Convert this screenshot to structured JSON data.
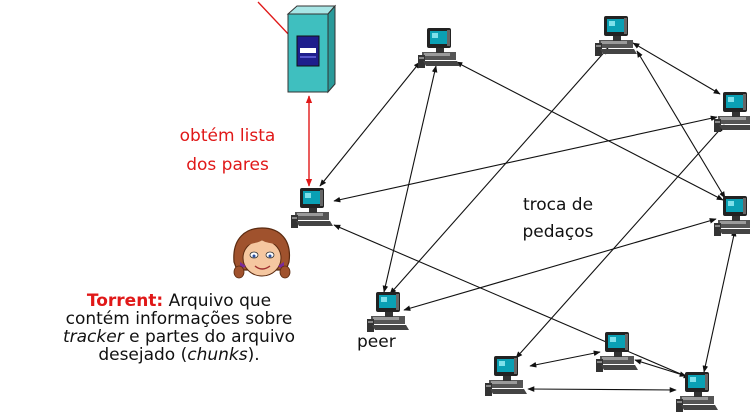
{
  "labels": {
    "obtem_lista_1": "obtém lista",
    "obtem_lista_2": "dos pares",
    "troca_1": "troca de",
    "troca_2": "pedaços",
    "peer": "peer"
  },
  "torrent": {
    "title": "Torrent:",
    "line1_rest": " Arquivo que",
    "line2": "contém informações sobre",
    "line3_italic": "tracker",
    "line3_rest": " e partes do arquivo",
    "line4_a": "desejado (",
    "line4_italic": "chunks",
    "line4_b": ")."
  },
  "colors": {
    "tracker_arrow": "#e01818",
    "peer_link": "#111111",
    "tracker_body": "#3fbfbf",
    "text_accent": "#e01818"
  },
  "icons": {
    "tracker": "server-tower-icon",
    "peer": "desktop-computer-icon",
    "user": "girl-avatar-icon"
  }
}
